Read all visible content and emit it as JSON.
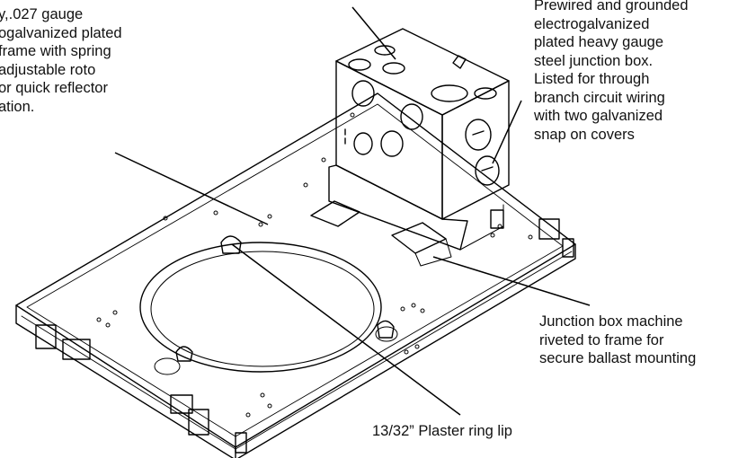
{
  "callouts": {
    "frame": {
      "lines": [
        "y,.027 gauge",
        "ogalvanized plated",
        "frame with spring",
        "adjustable roto",
        "or quick reflector",
        "ation."
      ]
    },
    "junction_box": {
      "lines": [
        "Prewired and grounded",
        "electrogalvanized",
        "plated heavy gauge",
        "steel junction box.",
        "Listed for through",
        "branch circuit wiring",
        "with two galvanized",
        "snap on covers"
      ]
    },
    "rivet": {
      "lines": [
        "Junction box machine",
        "riveted to frame for",
        "secure ballast mounting"
      ]
    },
    "plaster_ring": {
      "lines": [
        "13/32” Plaster ring lip"
      ]
    }
  },
  "colors": {
    "ink": "#000000",
    "background": "#ffffff",
    "text": "#111111"
  }
}
